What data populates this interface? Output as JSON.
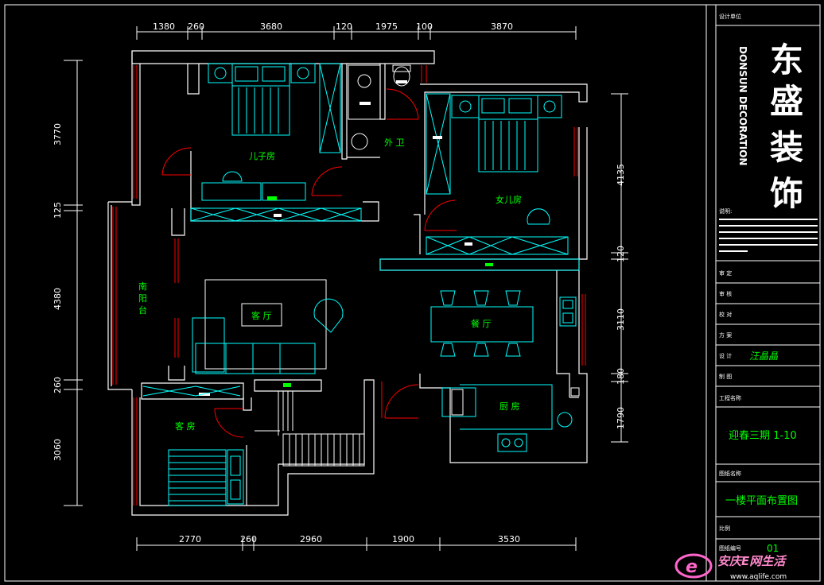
{
  "dimensions": {
    "top": [
      "1380",
      "260",
      "3680",
      "120",
      "1975",
      "100",
      "3870"
    ],
    "bottom": [
      "2770",
      "260",
      "2960",
      "1900",
      "3530"
    ],
    "left": [
      "3770",
      "125",
      "4380",
      "260",
      "3060"
    ],
    "right": [
      "4135",
      "120",
      "3110",
      "180",
      "1790"
    ]
  },
  "rooms": {
    "son_room": "儿子房",
    "bathroom": "外 卫",
    "daughter_room": "女儿房",
    "south_balcony": [
      "南",
      "阳",
      "台"
    ],
    "living_room": "客 厅",
    "dining_room": "餐 厅",
    "kitchen": "厨 房",
    "guest_room": "客 房"
  },
  "title_block": {
    "header": "设计单位",
    "brand_cn": "东盛装饰",
    "brand_en": "DONSUN DECORATION",
    "notes_label": "说明:",
    "review": "审 定",
    "audit": "审 核",
    "check": "校 对",
    "scheme": "方 案",
    "design": "设 计",
    "designer": "汪晶晶",
    "draw": "制 图",
    "project_label": "工程名称",
    "project_name": "迎春三期 1-10",
    "drawing_label": "图纸名称",
    "drawing_name": "一楼平面布置图",
    "scale_label": "比例",
    "number_label": "图纸编号",
    "number": "01"
  },
  "watermark": {
    "text": "安庆E网生活",
    "url": "www.aqlife.com"
  },
  "colors": {
    "wall": "#ffffff",
    "furniture": "#00ffff",
    "door": "#ff0000",
    "label": "#00ff00"
  }
}
